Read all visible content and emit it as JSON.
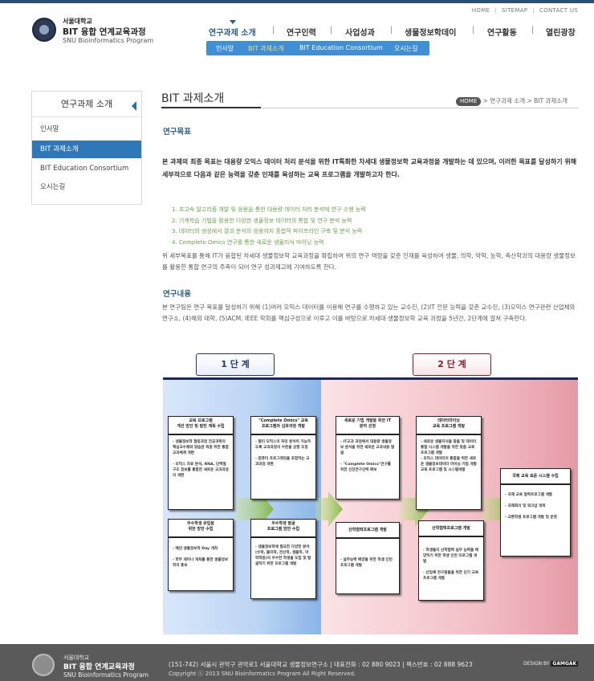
{
  "util_links": [
    "HOME",
    "SITEMAP",
    "CONTACT US"
  ],
  "logo": {
    "line1": "서울대학교",
    "line2": "BIT 융합 연계교육과정",
    "line3": "SNU Bioinformatics Program"
  },
  "gnb": [
    "연구과제 소개",
    "연구인력",
    "사업성과",
    "생물정보학데이",
    "연구활동",
    "열린광장"
  ],
  "subnav": [
    "인사말",
    "BIT 과제소개",
    "BIT Education Consortium",
    "오시는길"
  ],
  "sidebar": {
    "title": "연구과제 소개",
    "items": [
      "인사말",
      "BIT 과제소개",
      "BIT Education Consortium",
      "오시는길"
    ]
  },
  "page_title": "BIT 과제소개",
  "breadcrumb": {
    "home": "HOME",
    "path": "> 연구과제 소개 > BIT 과제소개"
  },
  "section1": {
    "heading": "연구목표",
    "p1": "본 과제의 최종 목표는 대용량 오믹스 데이터 처리 분석을 위한 IT특화한 차세대 생물정보학 교육과정을 개발하는 데 있으며, 이러한 목표를 달성하기 위해 세부적으로 다음과 같은 능력을 갖춘 인재를 육성하는 교육 프로그램을 개발하고자 한다.",
    "goals": [
      "1. 초고속 알고리즘 개발 및 응용을 통한 대용량 데이터 처리 분석에 연구 수행 능력",
      "2. 기계학습 기법을 활용한 다양한 생물정보 데이터의 통합 및 연구 분석 능력",
      "3. 데이터의 생성에서 결과 분석의 응용까지 종합적 파이프라인 구축 및 분석 능력",
      "4. Complete Omics 연구를 통한 새로운 생물지식 마이닝 능력"
    ],
    "p2": "위 세부목표를 통해 IT가 융합된 차세대 생물정보학 교육과정을 확립하여 위의 연구 역량을 갖춘 인재를 육성하여 생물, 의학, 약학, 농학, 축산학과의 대용량 생물정보를 활용한 통합 연구의 주축이 되어 연구 성과제고에 기여하도록 한다."
  },
  "section2": {
    "heading": "연구내용",
    "p1": "본 연구팀은 연구 목표를 달성하기 위해 (1)여러 오믹스 데이터를 이용해 연구를 수행하고 있는 교수진, (2)IT 전문 능력을 갖춘 교수진, (3)오믹스 연구관련 산업체와 연구소, (4)해외 대학, (5)ACM, IEEE 학회를 핵심구성으로 이루고 이를 바탕으로 차세대 생물정보학 교육 과정을 5년간, 2단계에 걸쳐 구축한다."
  },
  "diagram": {
    "stage1": "1 단 계",
    "stage2": "2 단 계",
    "cards": [
      {
        "title": "교육 프로그램\n개선 방안 및 발전 계획 수립",
        "body": "- 생물정보학 협동과정 전공과목의 핵심교수체와 맞습관 최종 위한 통합 교과체계 개편\n\n- 오믹스 자료 분석, RNA, 단백질 구조 정보를 통합한 새로운 교과과정의 개편"
      },
      {
        "title": "\"Complete Omics\" 교육\n프로그램의 심화과정 개발",
        "body": "- 멀티 오믹스의 처리 분석이 가능하도록 교과과정의 수준을 상향 조정\n\n- 컴퓨터 프로그래밍을 포함하는 교과과정 개편"
      },
      {
        "title": "새로운 기법 개발을 위한 IT\n분야 선정",
        "body": "- IT교과 과정에서 대용량 생물정보 분석을 위한 새로운 교과내용 발굴\n\n- \"Complete Omics\"연구를 위한 신진연구인력 확보"
      },
      {
        "title": "데이터마이닝\n교육 프로그램 개발",
        "body": "- 새로운 생물지식을 찾을 및 데이터 통합 시스템 개발을 위한 맞춤 교육 프로그램 개발\n- 오믹스 데이터의 통합을 위한 새로운 생물정보데이터 마이닝 기법 개발 교육 프로그램 및 시스템개발"
      },
      {
        "title": "국제 교육 표준 시스템 수립",
        "body": "- 국제 교육 협력프로그램 개발\n\n- 국제회의 및 워크샵 개최\n\n- 교환학생 프로그램 개발 및 운영"
      },
      {
        "title": "우수학생 유입을\n위한 방안 수립",
        "body": "- 매년 생물정보학 Day 개최\n\n- 학부 세미나 개최를 통한 생물정보학의 홍보"
      },
      {
        "title": "우수학생 발굴\n프로그램 방안 수립",
        "body": "- 생물정보학에 필요한 다양한 분야(수학, 물리학, 전산학, 생물학, 약학학등)의 우수한 학생을 모집 및 발굴하기 위한 프로그램 개발"
      },
      {
        "title": "산학협력프로그램 개발",
        "body": "- 실무능력 배양을 위한 학생 인턴프로그램 개발"
      },
      {
        "title": "산학협력프로그램 개발",
        "body": "- 학생들의 산학협력 실무 능력을 배양하기 위한 학생 인턴 프로그램 개발\n\n- 산업체 연구원들을 위한 단기 교육 프로그램 개발"
      }
    ]
  },
  "footer": {
    "l1": "서울대학교",
    "l2": "BIT 융합 연계교육과정",
    "l3": "SNU Bioinformatics Program",
    "address": "(151-742) 서울시 관악구 관악로1 서울대학교 생물정보연구소 | 대표전화 : 02 880 9023 | 팩스번호 : 02 888 9623",
    "copyright": "Copyright ⓒ 2013 SNU Bioinformatics Program All Right Reserved.",
    "design_label": "DESIGN BY",
    "design_brand": "GAMGAK"
  }
}
